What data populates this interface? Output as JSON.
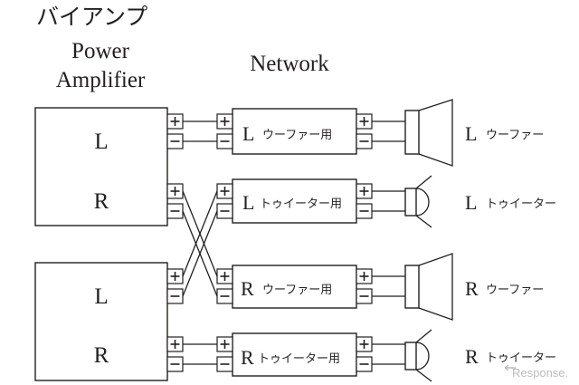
{
  "title": {
    "main": "バイアンプ",
    "power_amplifier_line1": "Power",
    "power_amplifier_line2": "Amplifier",
    "network": "Network"
  },
  "amplifiers": [
    {
      "channels": [
        "L",
        "R"
      ]
    },
    {
      "channels": [
        "L",
        "R"
      ]
    }
  ],
  "terminals": {
    "plus": "+",
    "minus": "−"
  },
  "networks": [
    {
      "channel": "L",
      "label": "ウーファー用"
    },
    {
      "channel": "L",
      "label": "トゥイーター用"
    },
    {
      "channel": "R",
      "label": "ウーファー用"
    },
    {
      "channel": "R",
      "label": "トゥイーター用"
    }
  ],
  "speakers": [
    {
      "channel": "L",
      "label": "ウーファー",
      "type": "woofer"
    },
    {
      "channel": "L",
      "label": "トゥイーター",
      "type": "tweeter"
    },
    {
      "channel": "R",
      "label": "ウーファー",
      "type": "woofer"
    },
    {
      "channel": "R",
      "label": "トゥイーター",
      "type": "tweeter"
    }
  ],
  "watermark": "Response."
}
